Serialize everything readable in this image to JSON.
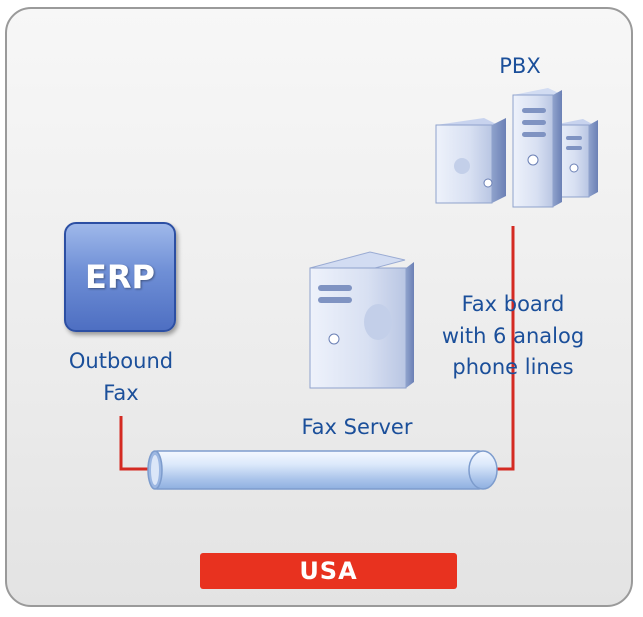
{
  "pbx": {
    "label": "PBX"
  },
  "erp": {
    "label": "ERP",
    "caption_line1": "Outbound",
    "caption_line2": "Fax"
  },
  "fax_server": {
    "label": "Fax Server"
  },
  "fax_board": {
    "line1": "Fax board",
    "line2": "with 6 analog",
    "line3": "phone lines"
  },
  "region": {
    "label": "USA"
  },
  "colors": {
    "connector": "#d42a22",
    "text": "#1b4f9a",
    "badge": "#e8321f",
    "erp_blue": "#5a7ccb"
  }
}
